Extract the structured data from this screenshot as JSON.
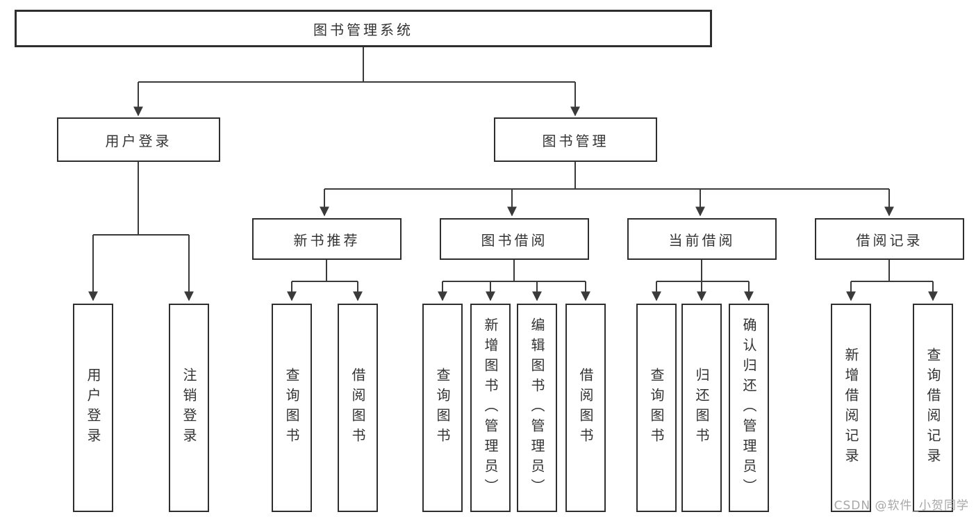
{
  "tree": {
    "root": "图书管理系统",
    "children": [
      {
        "label": "用户登录",
        "children": [
          "用户登录",
          "注销登录"
        ]
      },
      {
        "label": "图书管理",
        "children": [
          {
            "label": "新书推荐",
            "children": [
              "查询图书",
              "借阅图书"
            ]
          },
          {
            "label": "图书借阅",
            "children": [
              "查询图书",
              "新增图书（管理员）",
              "编辑图书（管理员）",
              "借阅图书"
            ]
          },
          {
            "label": "当前借阅",
            "children": [
              "查询图书",
              "归还图书",
              "确认归还（管理员）"
            ]
          },
          {
            "label": "借阅记录",
            "children": [
              "新增借阅记录",
              "查询借阅记录"
            ]
          }
        ]
      }
    ]
  },
  "watermark": {
    "text": "CSDN @软件_小贺同学"
  },
  "colors": {
    "line": "#3a3a3a",
    "box_border": "#2e2e2e",
    "text": "#333333",
    "watermark": "#a7a7a7",
    "background": "#ffffff"
  }
}
